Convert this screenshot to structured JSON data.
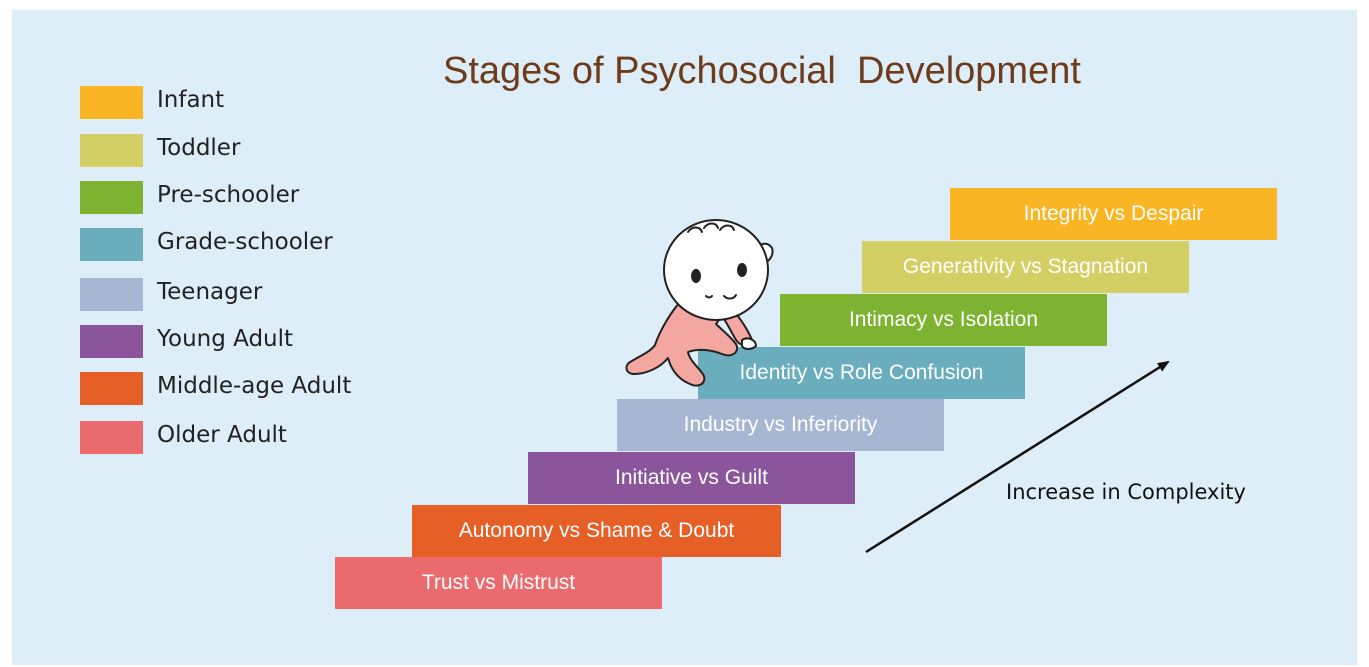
{
  "title": "Stages of Psychosocial  Development",
  "legend": [
    {
      "label": "Infant",
      "color": "#f9b523"
    },
    {
      "label": "Toddler",
      "color": "#d3cf65"
    },
    {
      "label": "Pre-schooler",
      "color": "#7db331"
    },
    {
      "label": "Grade-schooler",
      "color": "#6aadbd"
    },
    {
      "label": "Teenager",
      "color": "#a7b7d3"
    },
    {
      "label": "Young Adult",
      "color": "#8a559b"
    },
    {
      "label": "Middle-age Adult",
      "color": "#e65f26"
    },
    {
      "label": "Older Adult",
      "color": "#ea6a6d"
    }
  ],
  "stages": [
    {
      "label": "Trust vs Mistrust",
      "color": "#ea6a6d"
    },
    {
      "label": "Autonomy vs Shame & Doubt",
      "color": "#e65f26"
    },
    {
      "label": "Initiative vs Guilt",
      "color": "#8a559b"
    },
    {
      "label": "Industry vs Inferiority",
      "color": "#a7b7d3"
    },
    {
      "label": "Identity vs Role Confusion",
      "color": "#6aadbd"
    },
    {
      "label": "Intimacy vs Isolation",
      "color": "#7db331"
    },
    {
      "label": "Generativity vs Stagnation",
      "color": "#d3cf65"
    },
    {
      "label": "Integrity vs Despair",
      "color": "#f9b523"
    }
  ],
  "arrow_label": "Increase in Complexity"
}
